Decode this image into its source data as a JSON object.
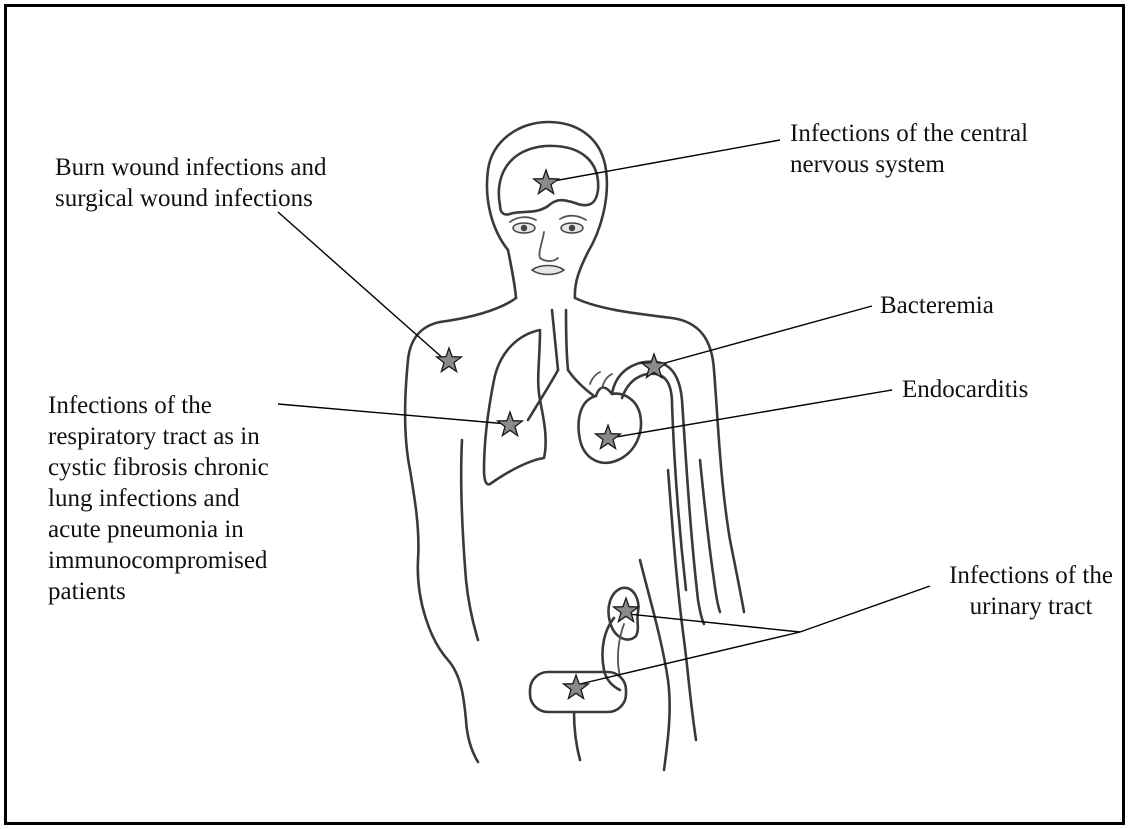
{
  "labels": {
    "cns": "Infections of the central\nnervous system",
    "burn": "Burn wound infections and\nsurgical wound infections",
    "bacteremia": "Bacteremia",
    "endocarditis": "Endocarditis",
    "respiratory": "Infections of the\nrespiratory tract as in\ncystic fibrosis chronic\nlung infections and\nacute pneumonia in\nimmunocompromised\npatients",
    "urinary": "Infections of the\nurinary tract"
  },
  "colors": {
    "star_fill": "#8a8a8a",
    "outline": "#3a3a3a",
    "frame": "#000000"
  }
}
